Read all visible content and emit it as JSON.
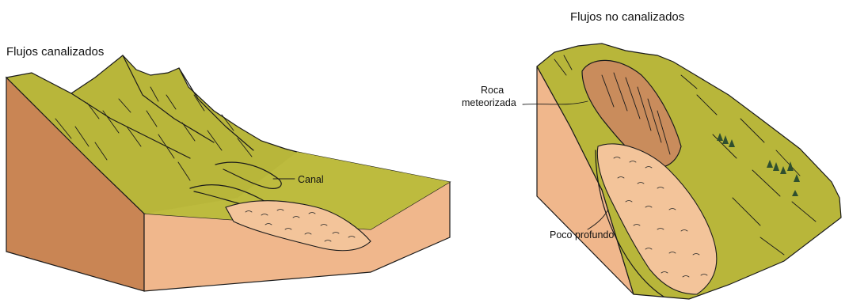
{
  "colors": {
    "ground": "#b8b63a",
    "ground_shade": "#9ea12c",
    "soil_front": "#f0b78c",
    "soil_side": "#c98554",
    "debris_fill": "#f3c49a",
    "weathered_rock": "#c98c5c",
    "trees": "#2f4f2f"
  },
  "left_diagram": {
    "title": "Flujos canalizados",
    "labels": {
      "channel": "Canal"
    }
  },
  "right_diagram": {
    "title": "Flujos no canalizados",
    "labels": {
      "weathered_rock_line1": "Roca",
      "weathered_rock_line2": "meteorizada",
      "shallow": "Poco profundo"
    }
  }
}
